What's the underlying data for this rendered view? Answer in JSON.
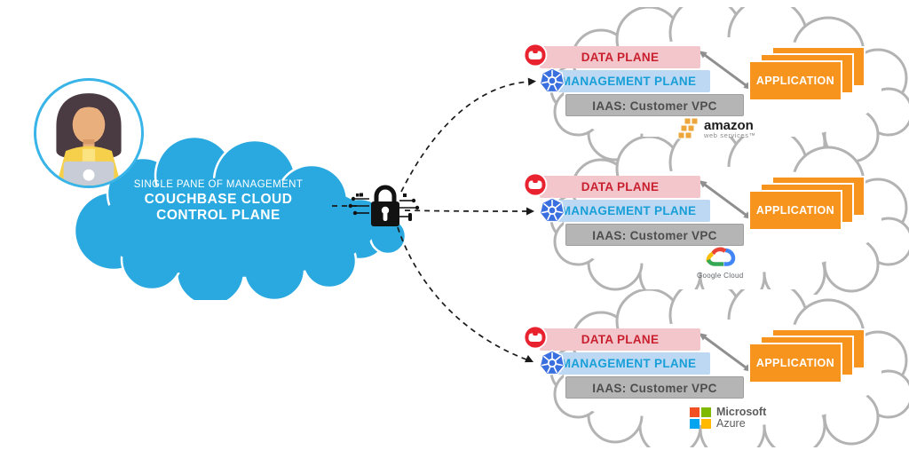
{
  "control_plane_cloud": {
    "subtitle": "SINGLE PANE OF MANAGEMENT",
    "title_line1": "COUCHBASE CLOUD",
    "title_line2": "CONTROL PLANE"
  },
  "user": {
    "icon": "woman-with-laptop-avatar"
  },
  "security": {
    "icon": "padlock-with-circuit-traces"
  },
  "clouds": [
    {
      "provider_id": "amazon-web-services",
      "data_plane_label": "DATA PLANE",
      "management_plane_label": "MANAGEMENT PLANE",
      "iaas_label": "IAAS: Customer VPC",
      "application_label": "APPLICATION",
      "logo": {
        "icon": "amazon-boxes",
        "primary": "amazon",
        "secondary": "web services™"
      }
    },
    {
      "provider_id": "google-cloud",
      "data_plane_label": "DATA PLANE",
      "management_plane_label": "MANAGEMENT PLANE",
      "iaas_label": "IAAS: Customer VPC",
      "application_label": "APPLICATION",
      "logo": {
        "icon": "google-cloud",
        "primary": "Google Cloud"
      }
    },
    {
      "provider_id": "microsoft-azure",
      "data_plane_label": "DATA PLANE",
      "management_plane_label": "MANAGEMENT PLANE",
      "iaas_label": "IAAS: Customer VPC",
      "application_label": "APPLICATION",
      "logo": {
        "icon": "microsoft-squares",
        "primary": "Microsoft",
        "secondary": "Azure"
      }
    }
  ],
  "icons": {
    "couchbase": "couchbase-logo",
    "kubernetes": "kubernetes-logo"
  },
  "colors": {
    "control_cloud_blue": "#2aa9e0",
    "data_plane_bg": "#f2c6ca",
    "data_plane_text": "#c9202f",
    "management_plane_bg": "#bdd8f3",
    "management_plane_text": "#189fd8",
    "iaas_bg": "#b5b5b5",
    "iaas_text": "#4d4d4d",
    "application_orange": "#f7941e",
    "couchbase_red": "#e9222f",
    "kubernetes_blue": "#3a6fe0",
    "cloud_outline_gray": "#b3b3b3",
    "azure_squares": [
      "#f25022",
      "#7fba00",
      "#00a4ef",
      "#ffb900"
    ],
    "google_cloud": [
      "#4285f4",
      "#ea4335",
      "#fbbc05",
      "#34a853"
    ],
    "aws_gold": "#eda63b"
  }
}
